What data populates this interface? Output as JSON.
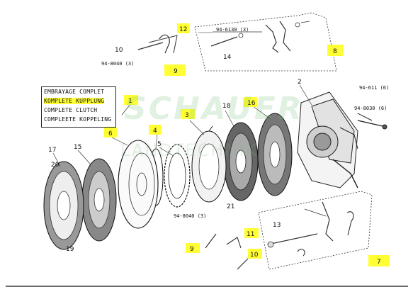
{
  "title_box": {
    "lines": [
      "EMBRAYAGE COMPLET",
      "KOMPLETE KUPPLUNG",
      "COMPLETE CLUTCH",
      "COMPLEETE KOPPELING"
    ],
    "highlighted_index": 1
  },
  "watermark": {
    "line1": "SCHAUER",
    "line2": "LANDTECHNIK"
  },
  "callouts": [
    {
      "id": "c1",
      "text": "1",
      "highlight": true
    },
    {
      "id": "c2",
      "text": "2",
      "highlight": false
    },
    {
      "id": "c3",
      "text": "3",
      "highlight": true
    },
    {
      "id": "c4",
      "text": "4",
      "highlight": true
    },
    {
      "id": "c5",
      "text": "5",
      "highlight": false
    },
    {
      "id": "c6",
      "text": "6",
      "highlight": true
    },
    {
      "id": "c7",
      "text": "7",
      "highlight": true
    },
    {
      "id": "c8",
      "text": "8",
      "highlight": true
    },
    {
      "id": "c9a",
      "text": "9",
      "highlight": true
    },
    {
      "id": "c9b",
      "text": "9",
      "highlight": true
    },
    {
      "id": "c10a",
      "text": "10",
      "highlight": false
    },
    {
      "id": "c10b",
      "text": "10",
      "highlight": true
    },
    {
      "id": "c11",
      "text": "11",
      "highlight": true
    },
    {
      "id": "c12",
      "text": "12",
      "highlight": true
    },
    {
      "id": "c13",
      "text": "13",
      "highlight": false
    },
    {
      "id": "c14",
      "text": "14",
      "highlight": false
    },
    {
      "id": "c15",
      "text": "15",
      "highlight": false
    },
    {
      "id": "c16",
      "text": "16",
      "highlight": true
    },
    {
      "id": "c17",
      "text": "17",
      "highlight": false
    },
    {
      "id": "c18",
      "text": "18",
      "highlight": false
    },
    {
      "id": "c19",
      "text": "19",
      "highlight": false
    },
    {
      "id": "c20",
      "text": "20",
      "highlight": false
    },
    {
      "id": "c21",
      "text": "21",
      "highlight": false
    }
  ],
  "references": {
    "r1": "94-6130 (3)",
    "r2": "94-8040 (3)",
    "r3": "94-8040 (3)",
    "r4": "94-611 (6)",
    "r5": "94-8030 (6)"
  }
}
